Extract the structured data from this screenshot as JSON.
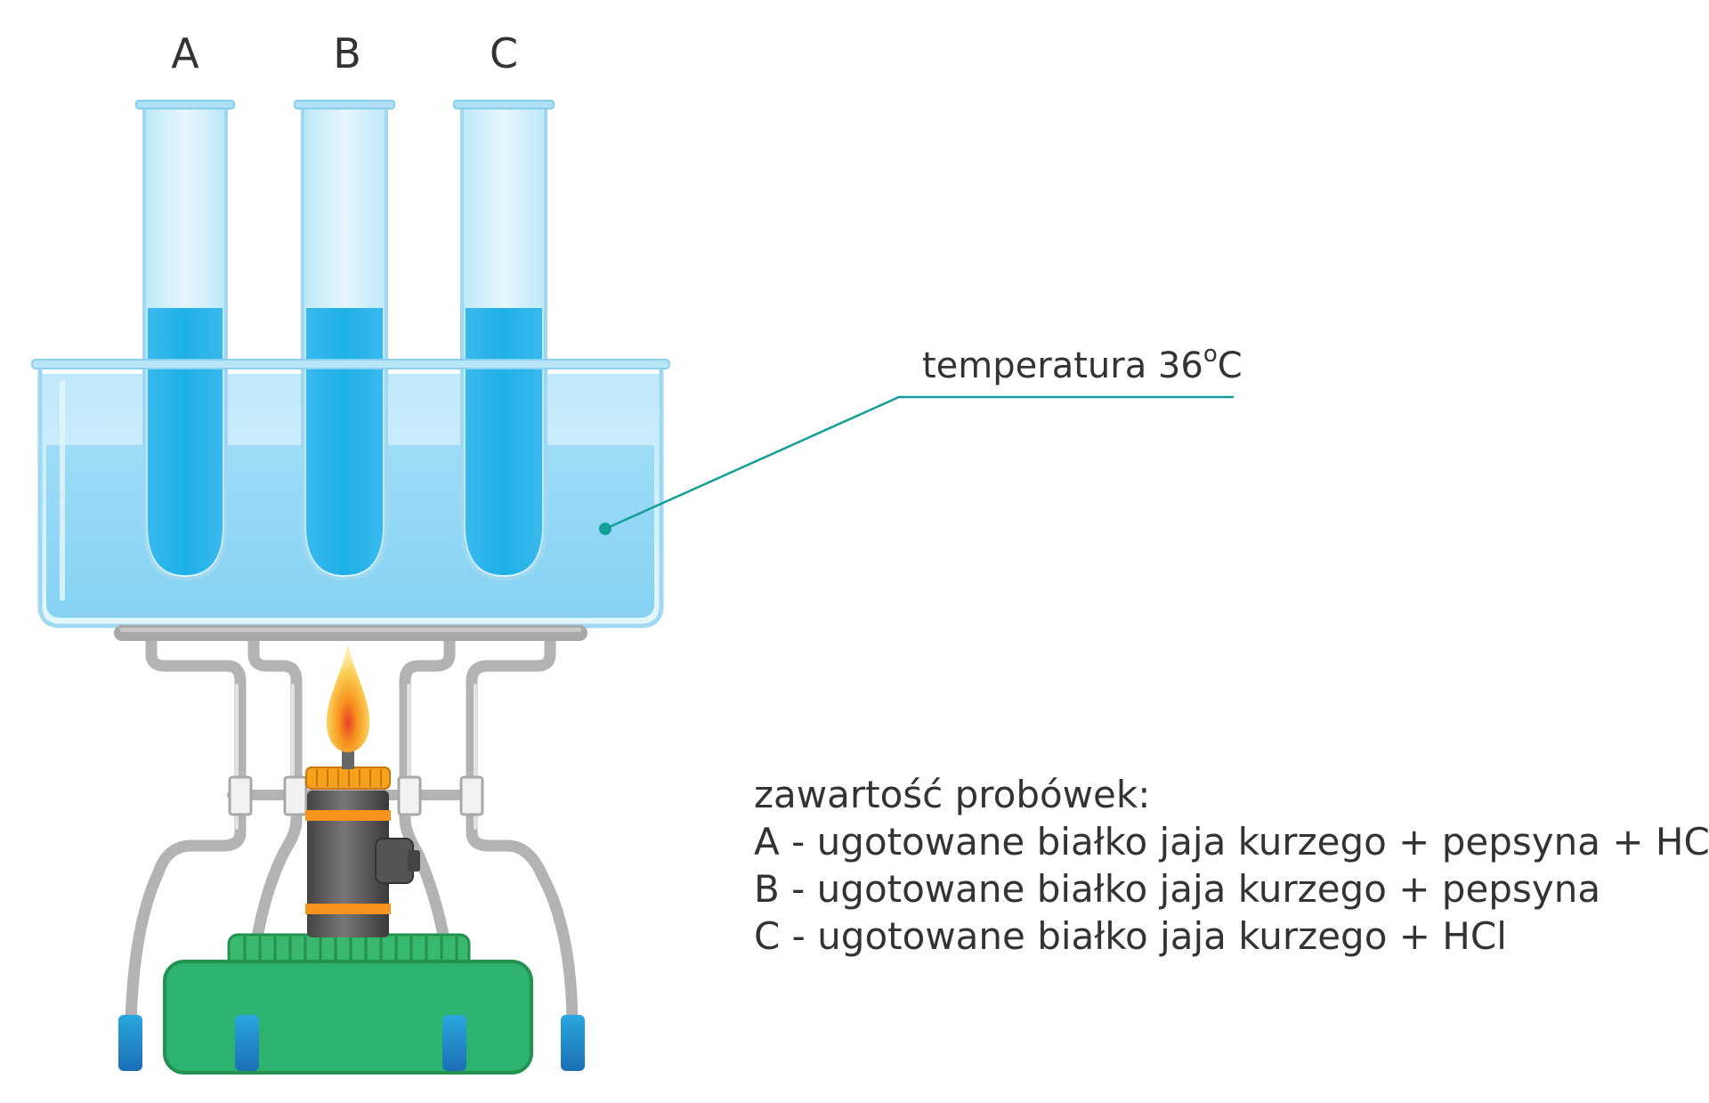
{
  "tubes": {
    "a_label": "A",
    "b_label": "B",
    "c_label": "C"
  },
  "annotation": {
    "text": "temperatura 36",
    "degree": "o",
    "unit": "C"
  },
  "legend": {
    "title": "zawartość probówek:",
    "line_a": "A - ugotowane białko jaja kurzego + pepsyna + HCl",
    "line_b": "B - ugotowane białko jaja kurzego + pepsyna",
    "line_c": "C - ugotowane białko jaja kurzego + HCl"
  },
  "colors": {
    "water": "#8fd8f6",
    "tube_liquid": "#2bb7ea",
    "leader_line": "#139e96",
    "burner_green": "#2db36f",
    "burner_orange": "#f7941d",
    "stand_grey": "#b5b5b5",
    "foot_blue": "#1b75bb"
  }
}
